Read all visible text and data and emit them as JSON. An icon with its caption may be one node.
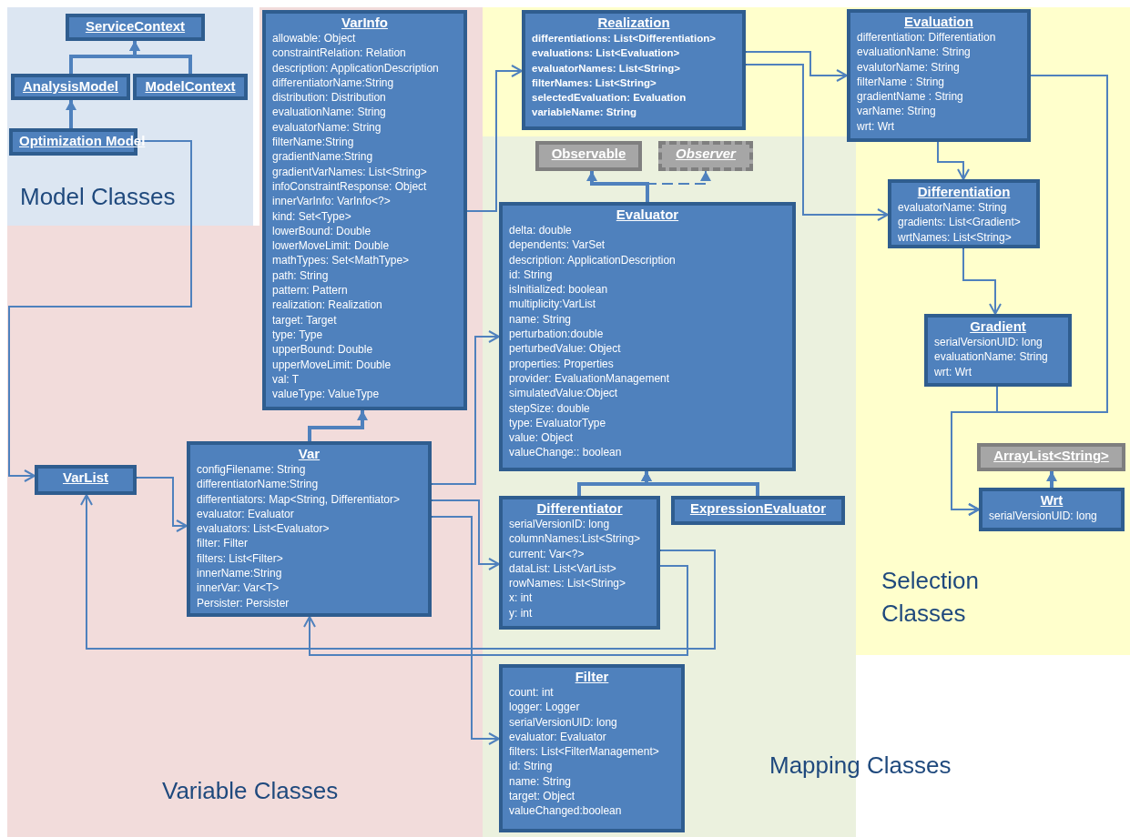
{
  "diagram": {
    "nodes": [
      {
        "text": [
          "Model Classes"
        ]
      },
      {
        "text": [
          "ServiceContext"
        ],
        "in": 0
      },
      {
        "text": [
          "AnalysisModel"
        ],
        "in": 0
      },
      {
        "text": [
          "ModelContext"
        ],
        "in": 0
      },
      {
        "text": [
          "Optimization Model"
        ],
        "in": 0
      },
      {
        "text": [
          "Variable Classes"
        ]
      },
      {
        "text": [
          "VarInfo",
          "allowable: Object",
          "constraintRelation: Relation",
          "description: ApplicationDescription",
          "differentiatorName:String",
          "distribution: Distribution",
          "evaluationName: String",
          "evaluatorName: String",
          "filterName:String",
          "gradientName:String",
          "gradientVarNames: List<String>",
          "infoConstraintResponse: Object",
          "innerVarInfo: VarInfo<?>",
          "kind: Set<Type>",
          "lowerBound: Double",
          "lowerMoveLimit: Double",
          "mathTypes: Set<MathType>",
          "path: String",
          "pattern: Pattern",
          "realization: Realization",
          "target: Target",
          "type: Type",
          "upperBound: Double",
          "upperMoveLimit: Double",
          "val: T",
          "valueType: ValueType"
        ],
        "in": 5
      },
      {
        "text": [
          "Var",
          "configFilename: String",
          "differentiatorName:String",
          "differentiators: Map<String, Differentiator>",
          "evaluator: Evaluator",
          "evaluators: List<Evaluator>",
          "filter: Filter",
          "filters: List<Filter>",
          "innerName:String",
          "innerVar: Var<T>",
          "Persister: Persister"
        ],
        "in": 5
      },
      {
        "text": [
          "VarList"
        ],
        "in": 5
      },
      {
        "text": [
          "Selection Classes"
        ]
      },
      {
        "text": [
          "Realization",
          "differentiations: List<Differentiation>",
          "evaluations: List<Evaluation>",
          "evaluatorNames: List<String>",
          "filterNames: List<String>",
          "selectedEvaluation: Evaluation",
          "variableName: String"
        ],
        "in": 9
      },
      {
        "text": [
          "Evaluation",
          "differentiation: Differentiation",
          "evaluationName: String",
          "evalutorName: String",
          "filterName : String",
          "gradientName : String",
          "varName: String",
          "wrt: Wrt"
        ],
        "in": 9
      },
      {
        "text": [
          "Differentiation",
          "evaluatorName: String",
          "gradients: List<Gradient>",
          "wrtNames: List<String>"
        ],
        "in": 9
      },
      {
        "text": [
          "Gradient",
          "serialVersionUID: long",
          "evaluationName: String",
          "wrt: Wrt"
        ],
        "in": 9
      },
      {
        "text": [
          "ArrayList<String>"
        ],
        "in": 9
      },
      {
        "text": [
          "Wrt",
          "serialVersionUID: long"
        ],
        "in": 9
      },
      {
        "text": [
          "Mapping Classes"
        ]
      },
      {
        "text": [
          "Observable"
        ],
        "in": 16
      },
      {
        "text": [
          "Observer"
        ],
        "in": 16
      },
      {
        "text": [
          "Evaluator",
          "delta: double",
          "dependents: VarSet",
          "description: ApplicationDescription",
          "id: String",
          "isInitialized: boolean",
          "multiplicity:VarList",
          "name: String",
          "perturbation:double",
          "perturbedValue: Object",
          "properties: Properties",
          "provider: EvaluationManagement",
          "simulatedValue:Object",
          "stepSize: double",
          "type: EvaluatorType",
          "value: Object",
          "valueChange:: boolean"
        ],
        "in": 16
      },
      {
        "text": [
          "Differentiator",
          "serialVersionID: long",
          "columnNames:List<String>",
          "current: Var<?>",
          "dataList: List<VarList>",
          "rowNames: List<String>",
          "x: int",
          "y: int"
        ],
        "in": 16
      },
      {
        "text": [
          "ExpressionEvaluator"
        ],
        "in": 16
      },
      {
        "text": [
          "Filter",
          "count: int",
          "logger: Logger",
          "serialVersionUID: long",
          "evaluator: Evaluator",
          "filters: List<FilterManagement>",
          "id: String",
          "name: String",
          "target: Object",
          "valueChanged:boolean"
        ],
        "in": 16
      }
    ],
    "edges": [
      {
        "from": 2,
        "to": 1,
        "arrow": "to",
        "style": "thick"
      },
      {
        "from": 3,
        "to": 1,
        "arrow": "to",
        "style": "thick"
      },
      {
        "from": 4,
        "to": 2,
        "arrow": "to",
        "style": "thick"
      },
      {
        "from": 4,
        "to": 8,
        "arrow": "to"
      },
      {
        "from": 7,
        "to": 6,
        "arrow": "to",
        "style": "thick"
      },
      {
        "from": 6,
        "to": 10,
        "arrow": "to"
      },
      {
        "from": 8,
        "to": 7,
        "arrow": "to"
      },
      {
        "from": 7,
        "to": 19,
        "arrow": "to"
      },
      {
        "from": 7,
        "to": 20,
        "arrow": "to"
      },
      {
        "from": 7,
        "to": 22,
        "arrow": "to"
      },
      {
        "from": 20,
        "to": 8,
        "arrow": "to"
      },
      {
        "from": 20,
        "to": 7,
        "arrow": "to"
      },
      {
        "from": 19,
        "to": 17,
        "arrow": "to",
        "style": "thick"
      },
      {
        "from": 19,
        "to": 18,
        "arrow": "to",
        "style": "dashed"
      },
      {
        "from": 20,
        "to": 19,
        "arrow": "to",
        "style": "thick"
      },
      {
        "from": 21,
        "to": 19,
        "arrow": "to",
        "style": "thick"
      },
      {
        "from": 10,
        "to": 11,
        "arrow": "to"
      },
      {
        "from": 10,
        "to": 12,
        "arrow": "to"
      },
      {
        "from": 11,
        "to": 12,
        "arrow": "to"
      },
      {
        "from": 12,
        "to": 13,
        "arrow": "to"
      },
      {
        "from": 11,
        "to": 15,
        "arrow": "to"
      },
      {
        "from": 13,
        "to": 15,
        "arrow": "to"
      },
      {
        "from": 15,
        "to": 14,
        "arrow": "to",
        "style": "thick"
      }
    ]
  }
}
